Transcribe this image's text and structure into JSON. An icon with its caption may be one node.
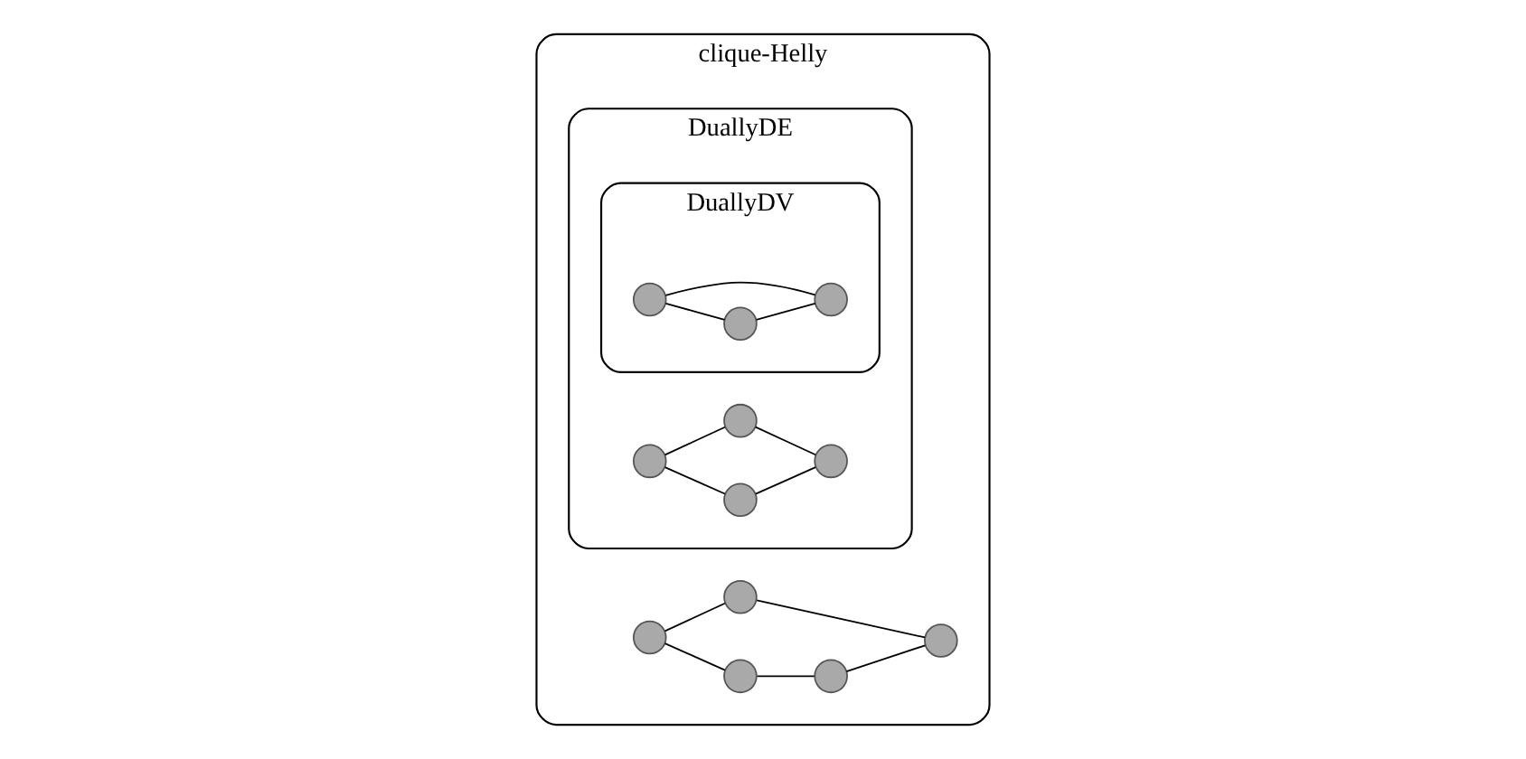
{
  "diagram": {
    "nodes": [
      {
        "text": [
          "clique-Helly"
        ]
      },
      {
        "text": [
          "DuallyDE"
        ],
        "in": 0
      },
      {
        "text": [
          "DuallyDV"
        ],
        "in": 1
      },
      {
        "text": [],
        "shape": "circle",
        "in": 0
      },
      {
        "text": [],
        "shape": "circle",
        "in": 0
      },
      {
        "text": [],
        "shape": "circle",
        "in": 0
      },
      {
        "text": [],
        "shape": "circle",
        "in": 0
      },
      {
        "text": [],
        "shape": "circle",
        "in": 0
      },
      {
        "text": [],
        "shape": "circle",
        "in": 1
      },
      {
        "text": [],
        "shape": "circle",
        "in": 1
      },
      {
        "text": [],
        "shape": "circle",
        "in": 1
      },
      {
        "text": [],
        "shape": "circle",
        "in": 1
      },
      {
        "text": [],
        "shape": "circle",
        "in": 2
      },
      {
        "text": [],
        "shape": "circle",
        "in": 2
      },
      {
        "text": [],
        "shape": "circle",
        "in": 2
      }
    ],
    "edges": [
      {
        "from": 3,
        "to": 4,
        "arrow": "none"
      },
      {
        "from": 3,
        "to": 5,
        "arrow": "none"
      },
      {
        "from": 4,
        "to": 6,
        "arrow": "none"
      },
      {
        "from": 5,
        "to": 7,
        "arrow": "none"
      },
      {
        "from": 6,
        "to": 7,
        "arrow": "none"
      },
      {
        "from": 8,
        "to": 9,
        "arrow": "none"
      },
      {
        "from": 8,
        "to": 10,
        "arrow": "none"
      },
      {
        "from": 9,
        "to": 11,
        "arrow": "none"
      },
      {
        "from": 10,
        "to": 11,
        "arrow": "none"
      },
      {
        "from": 12,
        "to": 13,
        "arrow": "none"
      },
      {
        "from": 12,
        "to": 14,
        "arrow": "none"
      },
      {
        "from": 13,
        "to": 14,
        "arrow": "none"
      }
    ]
  }
}
